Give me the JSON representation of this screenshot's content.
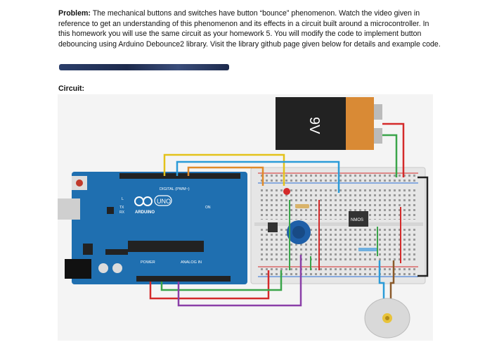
{
  "problem": {
    "heading": "Problem:",
    "text": "The mechanical buttons and switches have button “bounce” phenomenon. Watch the video given in reference to get an understanding of this phenomenon and its effects in a circuit built around a microcontroller. In this homework you will use the same circuit as your homework 5. You will modify the code to implement button debouncing using Arduino Debounce2 library. Visit the library github page given below for details and example code."
  },
  "circuit": {
    "label": "Circuit:",
    "battery_label": "9V",
    "arduino_logo": "UNO",
    "arduino_brand": "ARDUINO",
    "digital_label": "DIGITAL (PWM~)",
    "power_label": "POWER",
    "analog_label": "ANALOG IN",
    "on_label": "ON",
    "tx_label": "TX",
    "rx_label": "RX",
    "l_label": "L",
    "nmos_label": "NMOS"
  },
  "colors": {
    "arduino_blue": "#1f6fb0",
    "breadboard": "#e6e6e6",
    "wire_red": "#d42a2a",
    "wire_green": "#3aa54a",
    "wire_yellow": "#e3c21a",
    "wire_blue": "#2b9bd8",
    "wire_orange": "#e08a2a",
    "wire_purple": "#8a3fa8",
    "wire_black": "#222222",
    "wire_brown": "#8a5a2b",
    "battery_orange": "#d98a35"
  }
}
